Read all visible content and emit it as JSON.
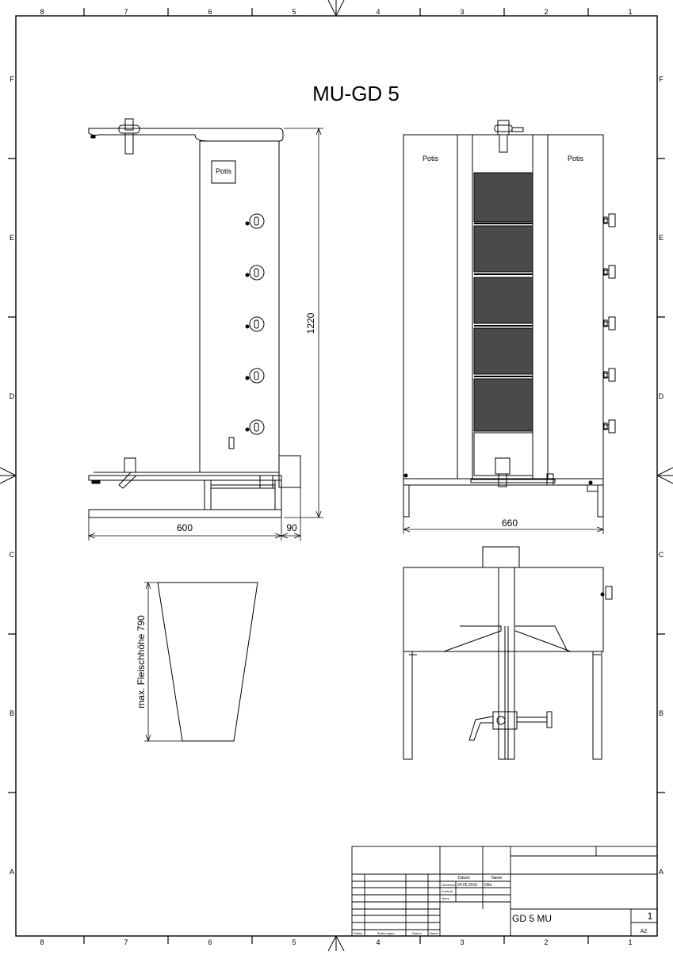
{
  "title": "MU-GD 5",
  "brand_label": "Potis",
  "grid": {
    "columns": [
      "8",
      "7",
      "6",
      "5",
      "4",
      "3",
      "2",
      "1"
    ],
    "rows": [
      "F",
      "E",
      "D",
      "C",
      "B",
      "A"
    ]
  },
  "dimensions": {
    "height": "1220",
    "depth": "600",
    "extra_depth": "90",
    "width": "660",
    "max_meat_height": "max. Fleischhöhe 790"
  },
  "title_block": {
    "datum_header": "Datum",
    "name_header": "Name",
    "row_gezeichnet": "Gezeichn.",
    "row_kontrolliert": "Kontroll.",
    "row_norm": "Norm",
    "drawn_date": "24.05.2016",
    "drawn_name": "Otto",
    "drawing_name": "GD 5 MU",
    "sheet_number": "1",
    "format": "A2",
    "footer_status": "Status",
    "footer_changes": "Änderungen",
    "footer_date": "Datum",
    "footer_name": "Name"
  }
}
